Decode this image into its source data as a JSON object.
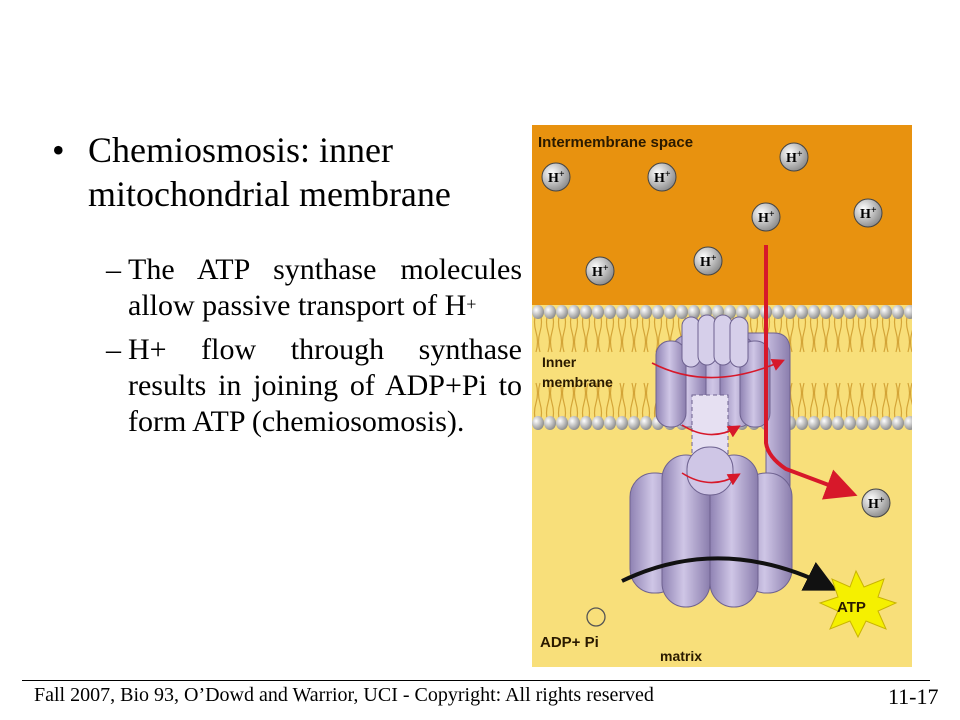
{
  "slide": {
    "bullet1": "Chemiosmosis: inner mitochondrial membrane",
    "sub1_main": "The ATP synthase molecules allow passive transport of H",
    "sub1_sup": "+",
    "sub2": "H+ flow through synthase results in joining of ADP+Pi to form ATP (chemiosomosis).",
    "bullet_glyph": "•",
    "dash_glyph": "–"
  },
  "figure": {
    "label_intermembrane": "Intermembrane space",
    "label_inner": "Inner",
    "label_membrane": "membrane",
    "label_adp": "ADP+ Pi",
    "label_matrix": "matrix",
    "label_atp": "ATP",
    "proton": "H",
    "proton_charge": "+",
    "colors": {
      "intermembrane": "#e8920f",
      "matrix": "#f8df7a",
      "lipid_head": "#a8a8a8",
      "tail": "#d4a437",
      "synthase": "#b3a6d1",
      "arrow_red": "#d7182a",
      "atp_star": "#f5f000"
    }
  },
  "footer": {
    "text": "Fall 2007, Bio 93, O’Dowd and Warrior, UCI - Copyright: All rights reserved",
    "slide_number": "11-17"
  }
}
